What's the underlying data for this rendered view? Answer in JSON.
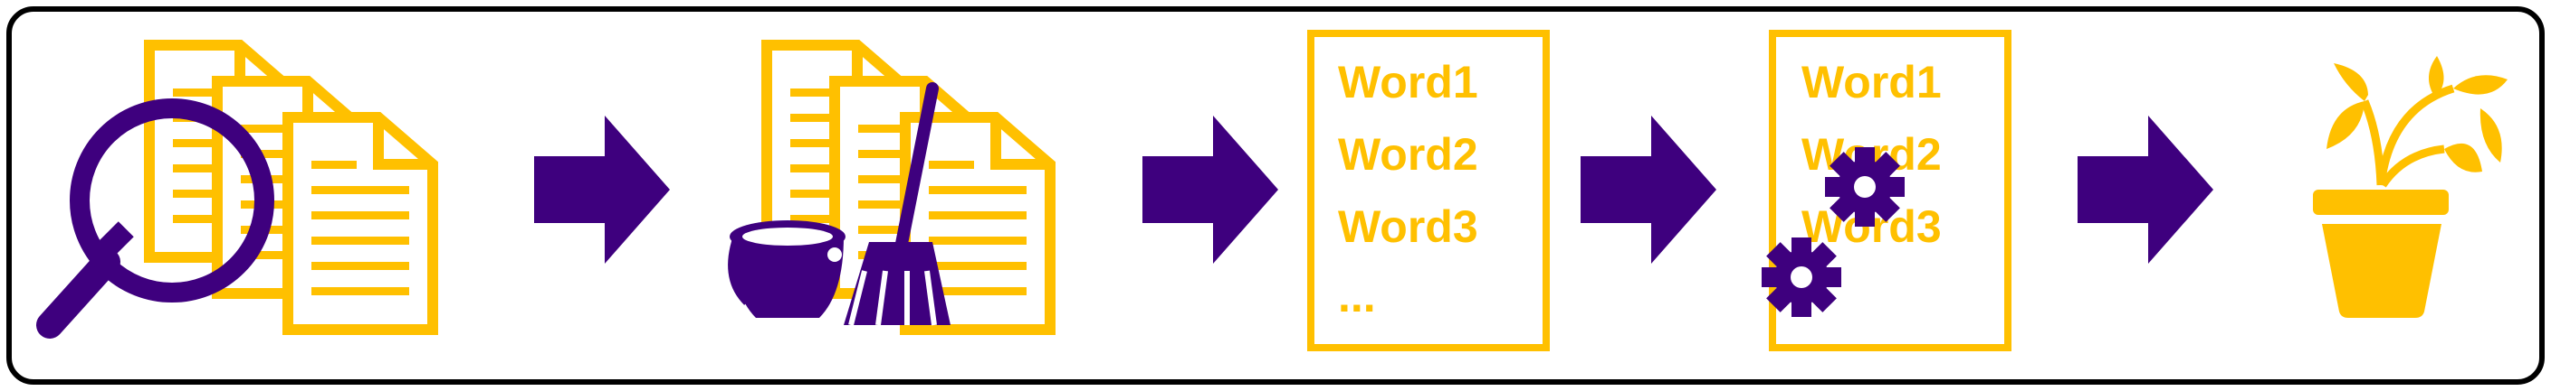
{
  "diagram": {
    "colors": {
      "accent_yellow": "#FFC000",
      "accent_purple": "#3E007E",
      "frame": "#000000",
      "background": "#FFFFFF"
    },
    "steps": [
      {
        "icon": "documents-magnifier-icon"
      },
      {
        "icon": "documents-bucket-broom-icon"
      },
      {
        "icon": "word-list-document-icon",
        "words": [
          "Word1",
          "Word2",
          "Word3",
          "..."
        ]
      },
      {
        "icon": "word-list-gears-icon",
        "words": [
          "Word1",
          "Word2",
          "Word3"
        ]
      },
      {
        "icon": "potted-plant-icon"
      }
    ],
    "arrows": [
      {
        "icon": "right-arrow-icon"
      },
      {
        "icon": "right-arrow-icon"
      },
      {
        "icon": "right-arrow-icon"
      },
      {
        "icon": "right-arrow-icon"
      }
    ]
  }
}
